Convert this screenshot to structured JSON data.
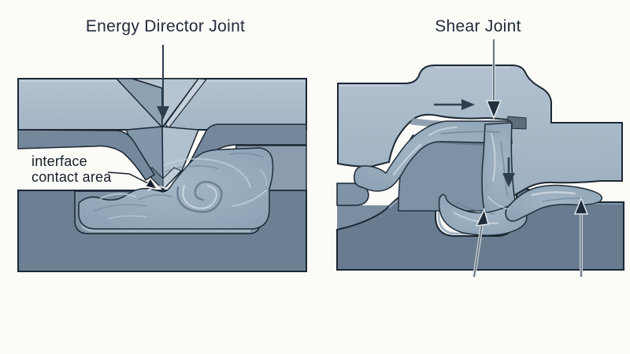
{
  "background_color": "#fbfbf8",
  "outline_color": "#1b2733",
  "panels": {
    "left": {
      "title": "Energy Director Joint",
      "annotation": {
        "line1": "interface",
        "line2": "contact area"
      },
      "parts": [
        "upper-plate",
        "v-notch",
        "energy-director",
        "lower-plate",
        "molten-swirl"
      ],
      "icons": [
        "down-arrow-icon",
        "annotation-arrow-icon"
      ]
    },
    "right": {
      "title": "Shear Joint",
      "parts": [
        "upper-part",
        "inner-wall-block",
        "lower-part",
        "molten-flow",
        "flash-bead"
      ],
      "icons": [
        "long-down-arrow-icon",
        "right-arrow-icon",
        "short-down-arrow-icon",
        "up-arrow-left-icon",
        "up-arrow-right-icon"
      ]
    }
  },
  "colors": {
    "plate_light": "#a9bac9",
    "plate_mid": "#8a9cae",
    "plate_dark": "#6d8093",
    "underside_band": "#75889b",
    "pocket": "#7e92a5",
    "melt_base": "#95a9ba",
    "melt_highlight": "#ccd7e0",
    "melt_shadow": "#5d7184",
    "arrow": "#2e4050"
  }
}
